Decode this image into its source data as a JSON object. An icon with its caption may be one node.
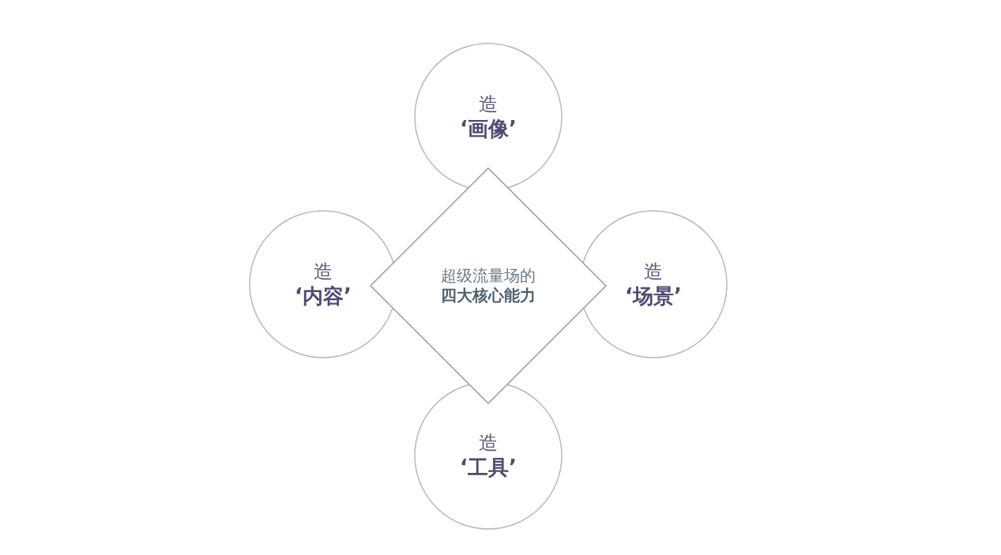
{
  "diagram": {
    "nodes": [
      {
        "text": [
          "造",
          "‘画像’"
        ]
      },
      {
        "text": [
          "造",
          "‘内容’"
        ]
      },
      {
        "text": [
          "超级流量场的",
          "四大核心能力"
        ]
      },
      {
        "text": [
          "造",
          "‘场景’"
        ]
      },
      {
        "text": [
          "造",
          "‘工具’"
        ]
      }
    ],
    "edges": []
  }
}
